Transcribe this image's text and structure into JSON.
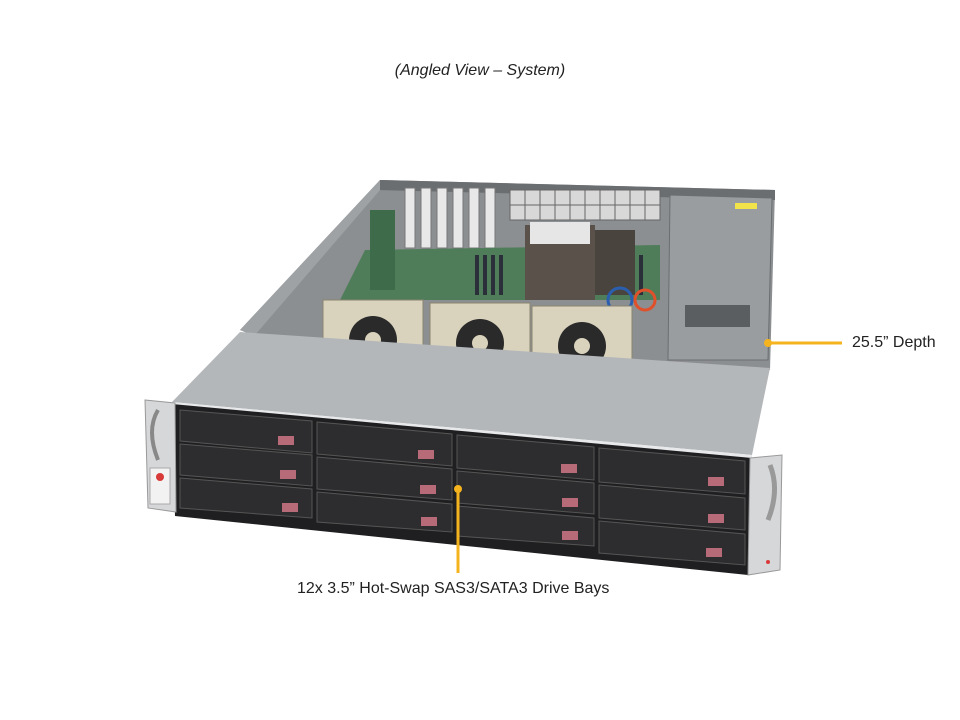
{
  "title": "(Angled View – System)",
  "callouts": {
    "depth": {
      "label": "25.5” Depth",
      "color": "#f5b41e"
    },
    "drive_bays": {
      "label": "12x 3.5” Hot-Swap  SAS3/SATA3 Drive Bays",
      "color": "#f5b41e"
    }
  },
  "server": {
    "drive_bay_count": 12,
    "drive_bay_columns": 4,
    "drive_bay_rows": 3,
    "fan_count": 3,
    "colors": {
      "chassis_top": "#b4b7ba",
      "chassis_dark": "#7a7d80",
      "bay_face": "#2a2a2c",
      "bay_latch": "#b76b78",
      "fan_frame": "#d9d3bd",
      "motherboard": "#4f7d5a",
      "psu": "#9a9da0"
    }
  }
}
